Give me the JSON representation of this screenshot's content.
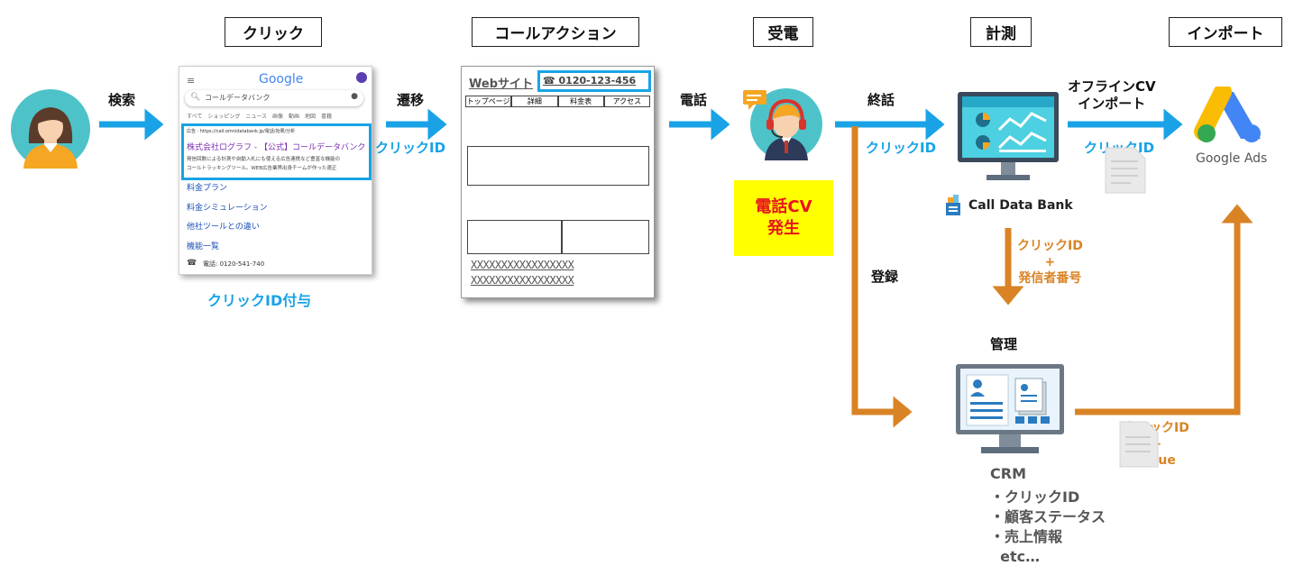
{
  "stages": {
    "click": "クリック",
    "call_action": "コールアクション",
    "receive": "受電",
    "measure": "計測",
    "import": "インポート"
  },
  "flow_labels": {
    "search": "検索",
    "transition": "遷移",
    "click_id_1": "クリックID",
    "phone_call": "電話",
    "call_end": "終話",
    "click_id_2": "クリックID",
    "offline_cv_line1": "オフラインCV",
    "offline_cv_line2": "インポート",
    "click_id_3": "クリックID",
    "click_id_assign": "クリックID付与",
    "register": "登録",
    "manage": "管理",
    "caller_id_line1": "クリックID",
    "caller_id_line2": "+",
    "caller_id_line3": "発信者番号",
    "value_line1": "クリックID",
    "value_line2": "+",
    "value_line3": "value"
  },
  "cv_box": {
    "line1": "電話CV",
    "line2": "発生"
  },
  "phone_mock": {
    "brand": "Google",
    "search_text": "コールデータバンク",
    "tabs": "すべて　ショッピング　ニュース　画像　動画　地図　書籍",
    "ad_url": "広告 · https://call.omnidatabank.jp/電話/効果/分析",
    "ad_title": "株式会社ログラフ - 【公式】コールデータバンク",
    "ad_desc1": "発信回数による計測や自動入札にも使える広告連携など豊富な機能の",
    "ad_desc2": "コールトラッキングツール。WEB広告業界出身チームが作った適正",
    "links": [
      "料金プラン",
      "料金シミュレーション",
      "他社ツールとの違い",
      "機能一覧"
    ],
    "phone_line": "電話: 0120-541-740"
  },
  "web_mock": {
    "site_label": "Webサイト",
    "phone_number": "☎ 0120-123-456",
    "nav": [
      "トップページ",
      "詳細",
      "料金表",
      "アクセス"
    ],
    "placeholder": "XXXXXXXXXXXXXXXXX"
  },
  "logos": {
    "call_data_bank": "Call Data Bank",
    "google_ads": "Google Ads"
  },
  "crm": {
    "title": "CRM",
    "items": [
      "・クリックID",
      "・顧客ステータス",
      "・売上情報",
      "  etc…"
    ]
  },
  "colors": {
    "blue": "#19a3e6",
    "orange": "#d98324",
    "cv_yellow": "#ffff00",
    "cv_red": "#e8141c"
  },
  "icons": [
    "user-avatar-icon",
    "operator-headset-icon",
    "dashboard-monitor-icon",
    "crm-monitor-icon",
    "document-icon",
    "google-ads-icon",
    "call-data-bank-icon"
  ]
}
